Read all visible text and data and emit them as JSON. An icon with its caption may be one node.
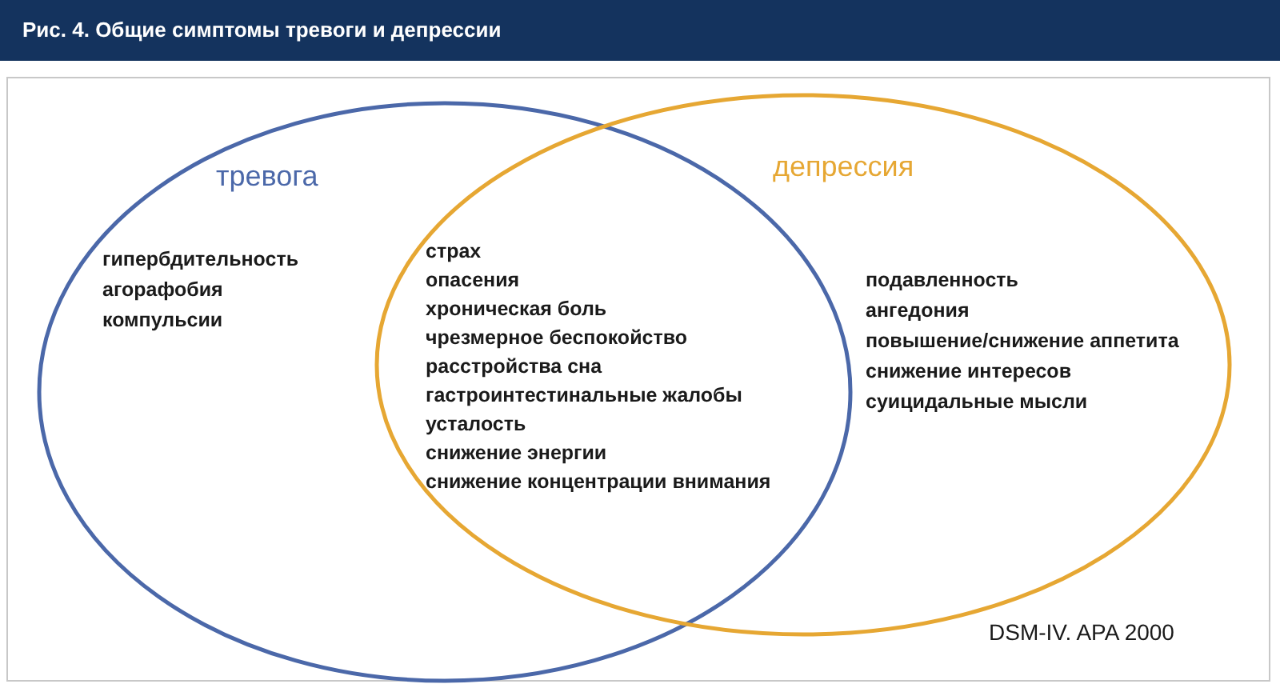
{
  "diagram": {
    "title": "Рис. 4. Общие симптомы тревоги и депрессии",
    "nodes": [
      {
        "text": [
          "тревога",
          "гипербдительность",
          "агорафобия",
          "компульсии"
        ]
      },
      {
        "text": [
          "депрессия",
          "подавленность",
          "ангедония",
          "повышение/снижение аппетита",
          "снижение интересов",
          "суицидальные мысли"
        ]
      }
    ],
    "labels": [
      "страх",
      "опасения",
      "хроническая боль",
      "чрезмерное беспокойство",
      "расстройства сна",
      "гастроинтестинальные жалобы",
      "усталость",
      "снижение энергии",
      "снижение концентрации внимания",
      "DSM-IV. APA 2000"
    ]
  }
}
